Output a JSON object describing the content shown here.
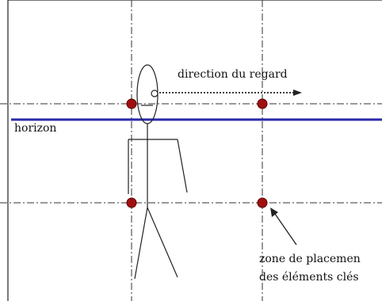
{
  "labels": {
    "gaze": "direction du regard",
    "horizon": "horizon",
    "zone_line1": "zone de placemen",
    "zone_line2": "des éléments clés"
  },
  "colors": {
    "horizon_line": "#2a2aa8",
    "key_point": "#a01010",
    "grid_line": "#333333",
    "figure": "#222222"
  }
}
